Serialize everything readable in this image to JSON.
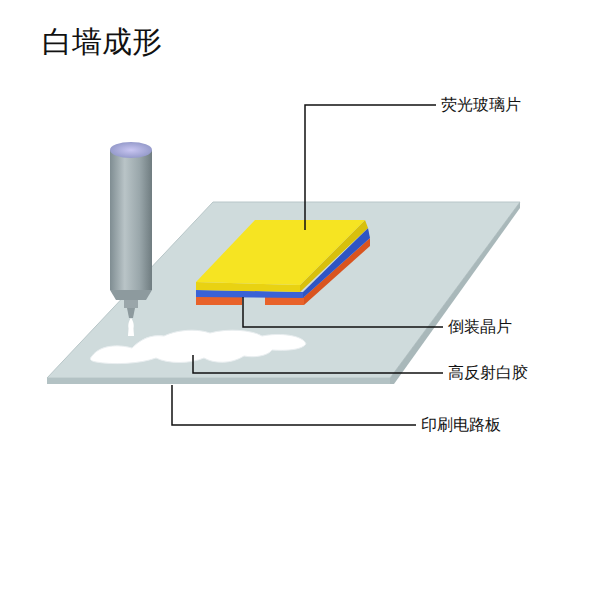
{
  "diagram": {
    "title": "白墙成形",
    "labels": [
      "荧光玻璃片",
      "倒装晶片",
      "高反射白胶",
      "印刷电路板"
    ]
  }
}
